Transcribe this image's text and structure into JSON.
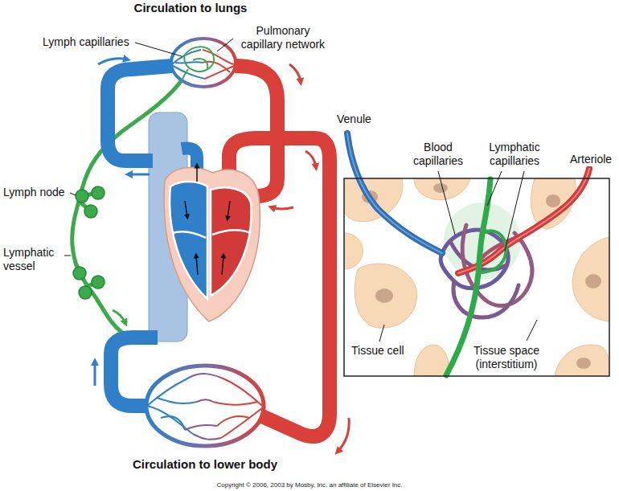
{
  "diagram": {
    "labels": [
      "Circulation to lungs",
      "Lymph capillaries",
      "Pulmonary capillary network",
      "Venule",
      "Blood capillaries",
      "Lymphatic capillaries",
      "Arteriole",
      "Lymph node",
      "Lymphatic vessel",
      "Tissue cell",
      "Tissue space (interstitium)",
      "Circulation to lower body",
      "Copyright © 2006, 2003 by Mosby, Inc. an affiliate of Elsevier Inc."
    ]
  }
}
